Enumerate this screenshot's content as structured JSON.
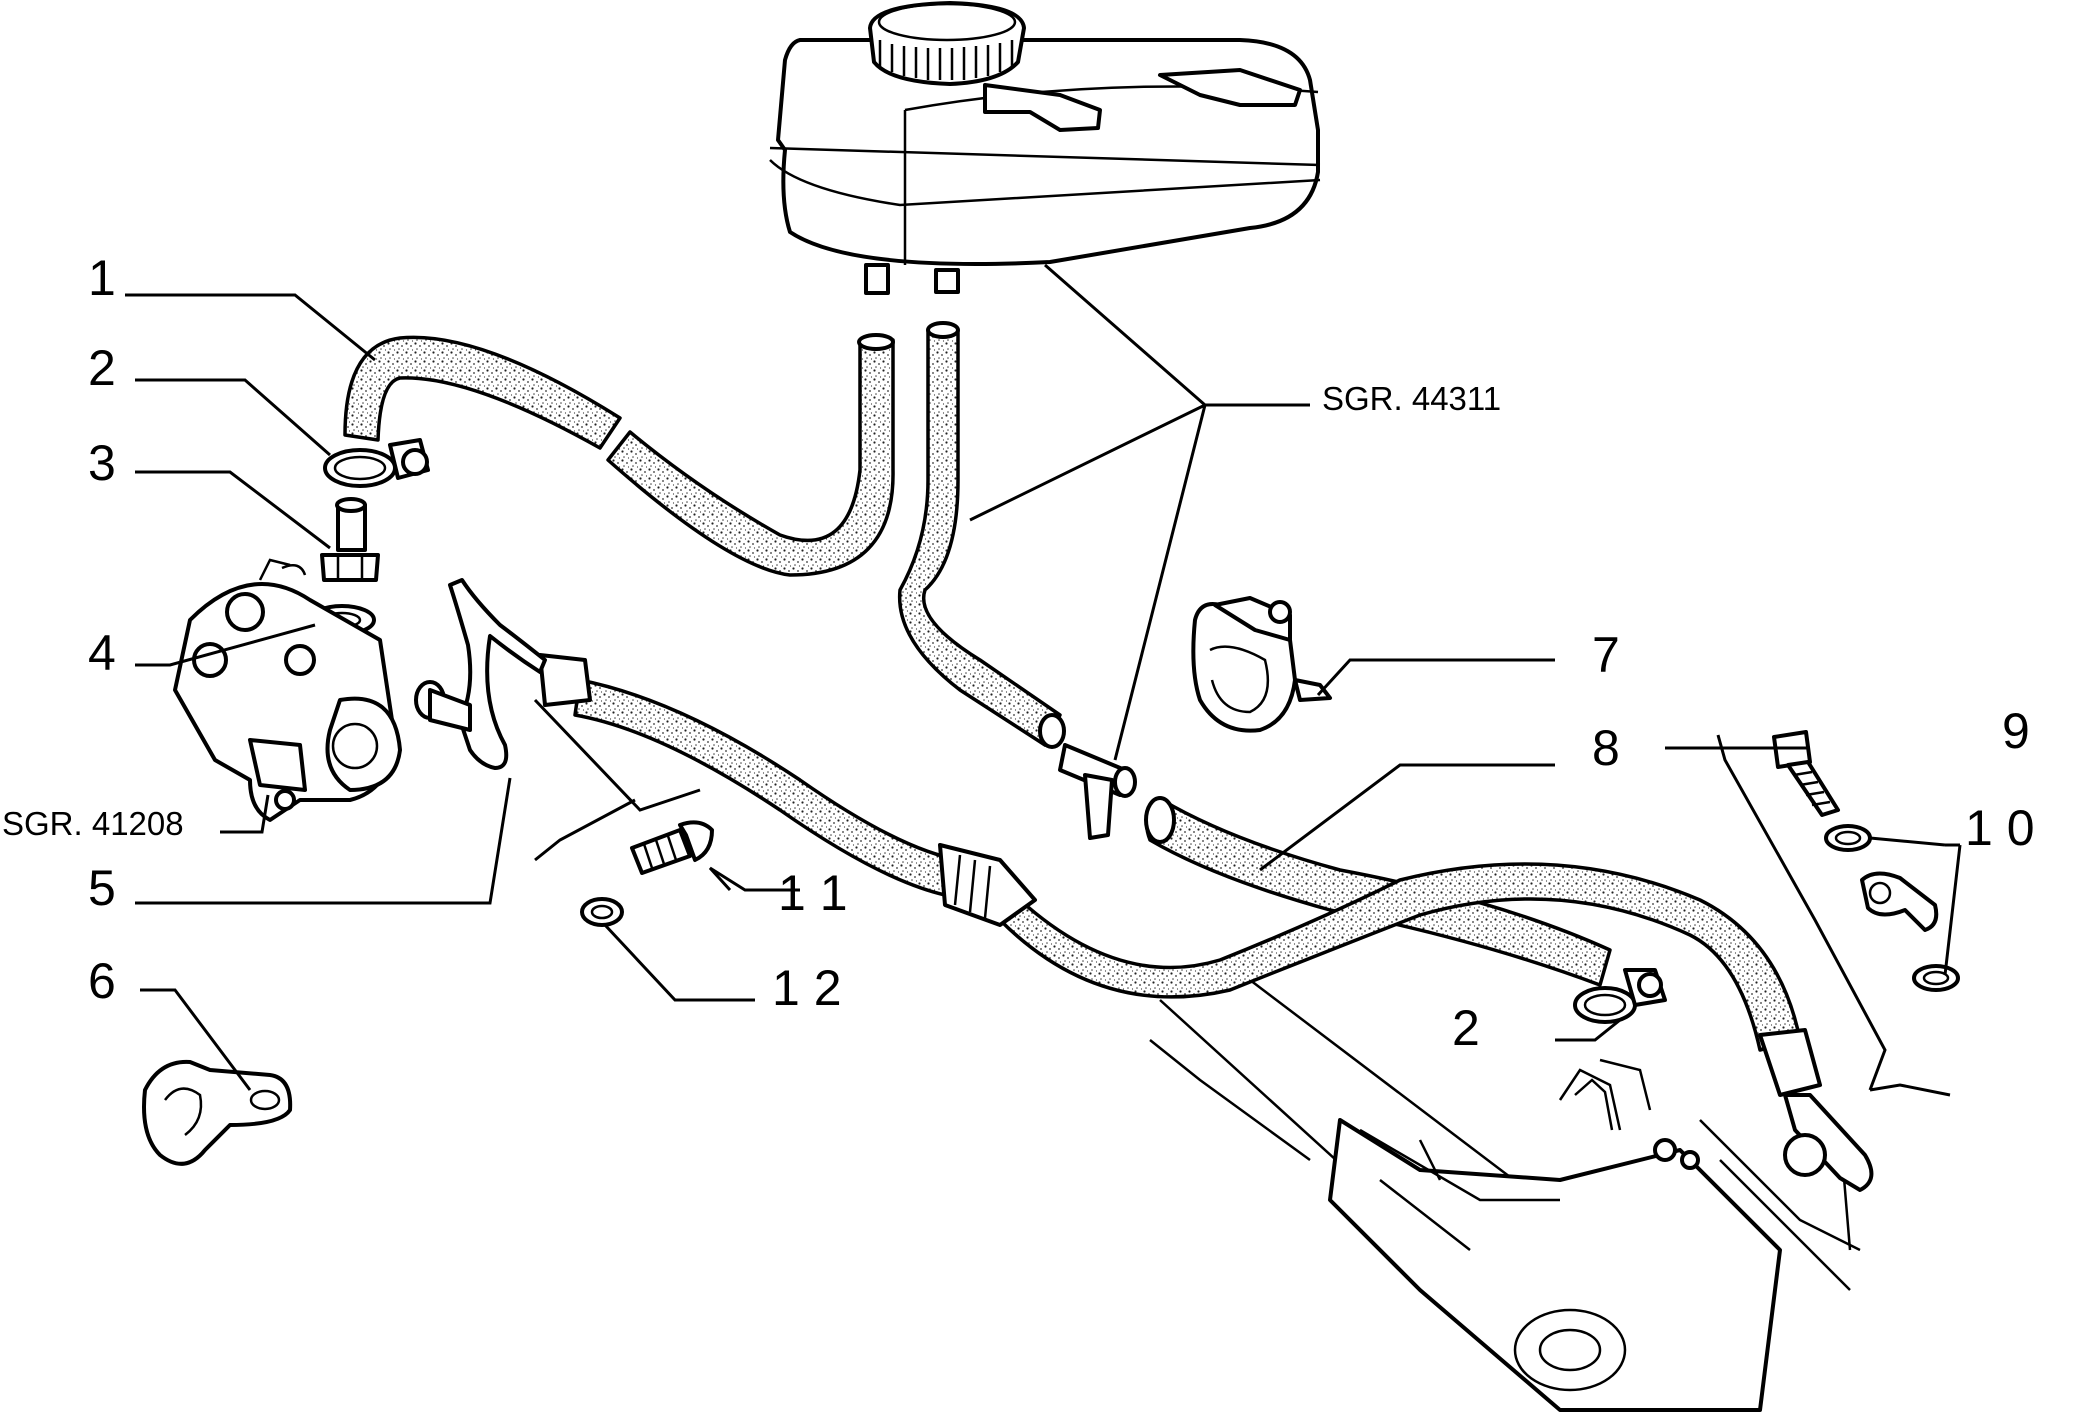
{
  "diagram": {
    "callouts": [
      {
        "id": "c1",
        "text": "1"
      },
      {
        "id": "c2a",
        "text": "2"
      },
      {
        "id": "c3",
        "text": "3"
      },
      {
        "id": "c4",
        "text": "4"
      },
      {
        "id": "c5",
        "text": "5"
      },
      {
        "id": "c6",
        "text": "6"
      },
      {
        "id": "c7",
        "text": "7"
      },
      {
        "id": "c8",
        "text": "8"
      },
      {
        "id": "c9",
        "text": "9"
      },
      {
        "id": "c10",
        "text": "1 0"
      },
      {
        "id": "c11",
        "text": "1 1"
      },
      {
        "id": "c12",
        "text": "1 2"
      },
      {
        "id": "c2b",
        "text": "2"
      }
    ],
    "references": {
      "reservoir": "SGR. 44311",
      "pump": "SGR. 41208"
    }
  }
}
